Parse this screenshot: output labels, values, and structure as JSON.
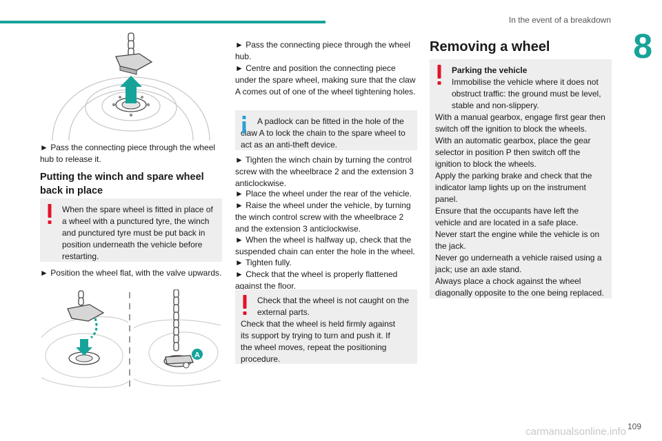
{
  "header": {
    "section_title": "In the event of a breakdown",
    "chapter_number": "8",
    "accent_color": "#16a39a"
  },
  "col1": {
    "step_release": "► Pass the connecting piece through the wheel hub to release it.",
    "heading": "Putting the winch and spare wheel back in place",
    "warning": "When the spare wheel is fitted in place of a wheel with a punctured tyre, the winch and punctured tyre must be put back in position underneath the vehicle before restarting.",
    "step_position": "► Position the wheel flat, with the valve upwards.",
    "figure_label": "A"
  },
  "col2": {
    "steps_a": [
      "► Pass the connecting piece through the wheel hub.",
      "► Centre and position the connecting piece under the spare wheel, making sure that the claw A comes out of one of the wheel tightening holes."
    ],
    "info": "A padlock can be fitted in the hole of the claw A to lock the chain to the spare wheel to act as an anti-theft device.",
    "steps_b": [
      "► Tighten the winch chain by turning the control screw with the wheelbrace 2 and the extension 3 anticlockwise.",
      "► Place the wheel under the rear of the vehicle.",
      "► Raise the wheel under the vehicle, by turning the winch control screw with the wheelbrace 2 and the extension 3 anticlockwise.",
      "► When the wheel is halfway up, check that the suspended chain can enter the hole in the wheel.",
      "► Tighten fully.",
      "► Check that the wheel is properly flattened against the floor."
    ],
    "warning_first": "Check that the wheel is not caught on the external parts.",
    "warning_rest": "Check that the wheel is held firmly against its support by trying to turn and push it. If the wheel moves, repeat the positioning procedure."
  },
  "col3": {
    "heading": "Removing a wheel",
    "warning_title": "Parking the vehicle",
    "warning_lines": [
      "Immobilise the vehicle where it does not obstruct traffic: the ground must be level, stable and non-slippery.",
      "With a manual gearbox, engage first gear then switch off the ignition to block the wheels.",
      "With an automatic gearbox, place the gear selector in position P then switch off the ignition to block the wheels.",
      "Apply the parking brake and check that the indicator lamp lights up on the instrument panel.",
      "Ensure that the occupants have left the vehicle and are located in a safe place.",
      "Never start the engine while the vehicle is on the jack.",
      "Never go underneath a vehicle raised using a jack; use an axle stand.",
      "Always place a chock against the wheel diagonally opposite to the one being replaced."
    ]
  },
  "footer": {
    "page_number": "109",
    "watermark": "carmanualsonline.info"
  }
}
